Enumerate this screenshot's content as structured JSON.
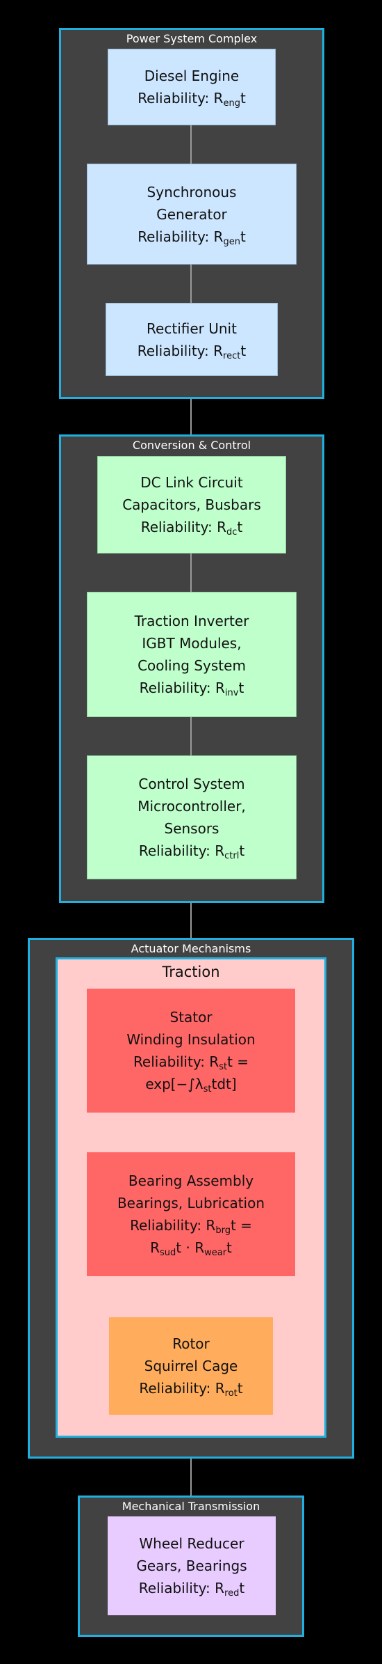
{
  "groups": {
    "power": {
      "title": "Power System Complex",
      "diesel": {
        "line1": "Diesel Engine",
        "rel_prefix": "Reliability: R",
        "rel_sub": "eng",
        "rel_suffix": "t"
      },
      "generator": {
        "line1": "Synchronous",
        "line2": "Generator",
        "rel_prefix": "Reliability: R",
        "rel_sub": "gen",
        "rel_suffix": "t"
      },
      "rectifier": {
        "line1": "Rectifier Unit",
        "rel_prefix": "Reliability: R",
        "rel_sub": "rect",
        "rel_suffix": "t"
      }
    },
    "conversion": {
      "title": "Conversion & Control",
      "dc_link": {
        "line1": "DC Link Circuit",
        "line2": "Capacitors, Busbars",
        "rel_prefix": "Reliability: R",
        "rel_sub": "dc",
        "rel_suffix": "t"
      },
      "inverter": {
        "line1": "Traction Inverter",
        "line2": "IGBT Modules,",
        "line3": "Cooling System",
        "rel_prefix": "Reliability: R",
        "rel_sub": "inv",
        "rel_suffix": "t"
      },
      "control": {
        "line1": "Control System",
        "line2": "Microcontroller,",
        "line3": "Sensors",
        "rel_prefix": "Reliability: R",
        "rel_sub": "ctrl",
        "rel_suffix": "t"
      }
    },
    "actuator": {
      "title": "Actuator Mechanisms",
      "traction": {
        "title": "Traction",
        "stator": {
          "line1": "Stator",
          "line2": "Winding Insulation",
          "rel_prefix": "Reliability: R",
          "rel_sub": "st",
          "rel_suffix": "t =",
          "formula_prefix": "exp[−∫λ",
          "formula_sub": "st",
          "formula_suffix": "tdt]"
        },
        "bearing": {
          "line1": "Bearing Assembly",
          "line2": "Bearings, Lubrication",
          "rel_prefix": "Reliability: R",
          "rel_sub": "brg",
          "rel_suffix": "t =",
          "f_a": "R",
          "f_a_sub": "sud",
          "f_mid": "t · R",
          "f_b_sub": "wear",
          "f_end": "t"
        },
        "rotor": {
          "line1": "Rotor",
          "line2": "Squirrel Cage",
          "rel_prefix": "Reliability: R",
          "rel_sub": "rot",
          "rel_suffix": "t"
        }
      }
    },
    "mechanical": {
      "title": "Mechanical Transmission",
      "reducer": {
        "line1": "Wheel Reducer",
        "line2": "Gears, Bearings",
        "rel_prefix": "Reliability: R",
        "rel_sub": "red",
        "rel_suffix": "t"
      }
    }
  },
  "colors": {
    "group_border": "#1fb0e0",
    "group_fill": "#424242",
    "power_node": "#cce6ff",
    "conversion_node": "#bfffcc",
    "traction_fill": "#ffcccb",
    "failure_node": "#ff6666",
    "rotor_node": "#ffad5c",
    "mechanical_node": "#e8ccff"
  }
}
